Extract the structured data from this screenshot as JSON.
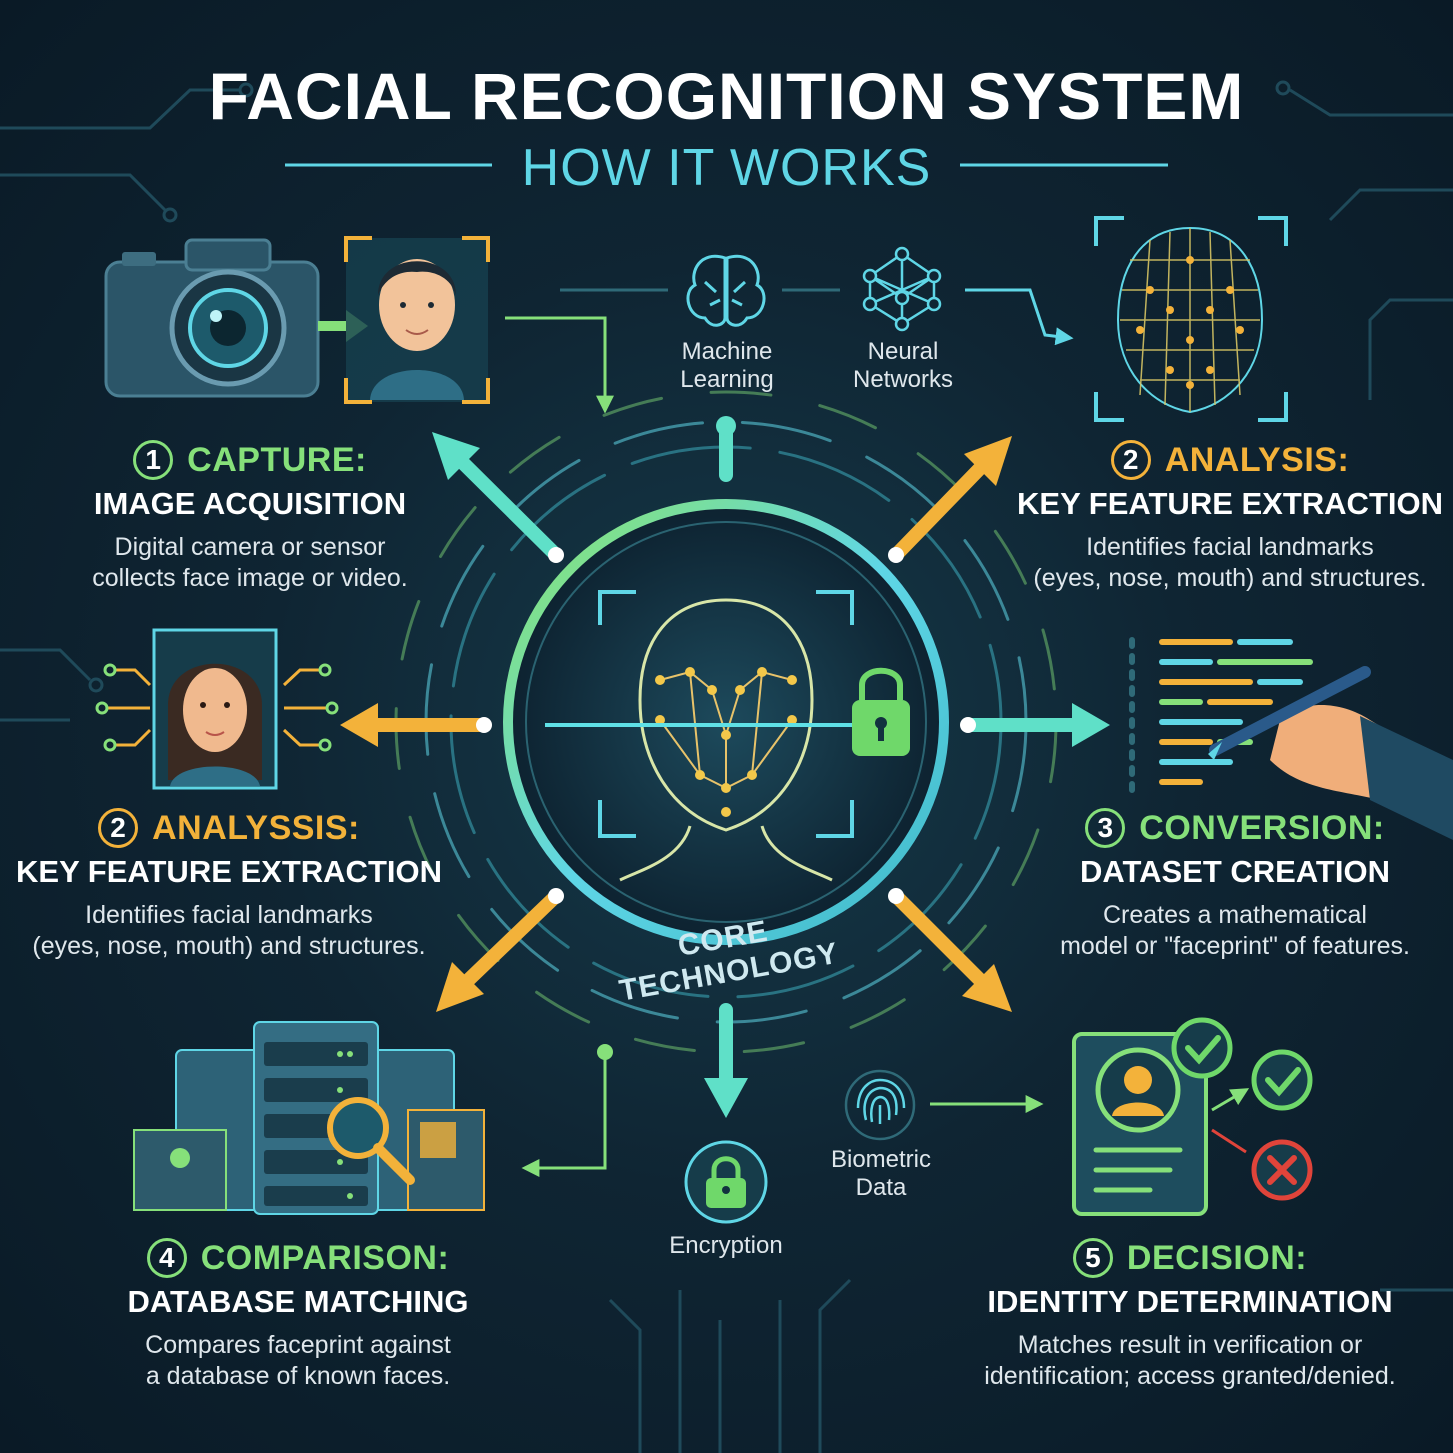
{
  "header": {
    "title": "FACIAL RECOGNITION SYSTEM",
    "subtitle": "HOW IT WORKS"
  },
  "center": {
    "label": "CORE TECHNOLOGY"
  },
  "tech": {
    "machine_learning": "Machine\nLearning",
    "neural_networks": "Neural\nNetworks",
    "encryption": "Encryption",
    "biometric": "Biometric\nData"
  },
  "steps": {
    "capture": {
      "number": "1",
      "label": "CAPTURE:",
      "subtitle": "IMAGE ACQUISITION",
      "description": "Digital camera or sensor\ncollects face image or video."
    },
    "analysis_right": {
      "number": "2",
      "label": "ANALYSIS:",
      "subtitle": "KEY FEATURE EXTRACTION",
      "description": "Identifies facial landmarks\n(eyes, nose, mouth) and structures."
    },
    "analysis_left": {
      "number": "2",
      "label": "ANALYSSIS:",
      "subtitle": "KEY FEATURE EXTRACTION",
      "description": "Identifies facial landmarks\n(eyes, nose, mouth) and structures."
    },
    "conversion": {
      "number": "3",
      "label": "CONVERSION:",
      "subtitle": "DATASET CREATION",
      "description": "Creates a mathematical\nmodel or \"faceprint\" of features."
    },
    "comparison": {
      "number": "4",
      "label": "COMPARISON:",
      "subtitle": "DATABASE MATCHING",
      "description": "Compares faceprint against\na database of known faces."
    },
    "decision": {
      "number": "5",
      "label": "DECISION:",
      "subtitle": "IDENTITY DETERMINATION",
      "description": "Matches result in verification or\nidentification; access granted/denied."
    }
  },
  "colors": {
    "background": "#0f2533",
    "green": "#86e07a",
    "orange": "#f3b23a",
    "cyan": "#5fd6e6",
    "red": "#e0443a"
  }
}
